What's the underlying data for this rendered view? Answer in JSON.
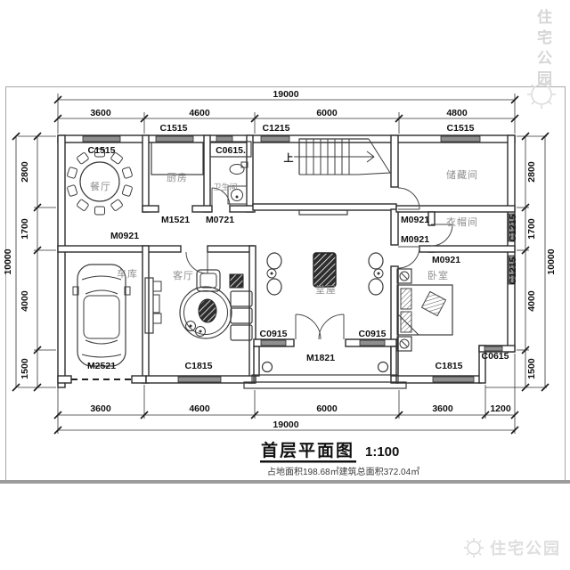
{
  "meta": {
    "title": "首层平面图",
    "scale": "1:100",
    "area_note": "占地面积198.68㎡建筑总面积372.04㎡",
    "watermark": "住宅公园",
    "up": "上"
  },
  "rooms": {
    "dining": "餐厅",
    "kitchen": "厨房",
    "bath": "卫生间",
    "storage": "储藏间",
    "cloak": "衣帽间",
    "garage": "车库",
    "living": "客厅",
    "hall": "堂屋",
    "bedroom": "卧室"
  },
  "openings": {
    "top_c1515_kitchen": "C1515",
    "top_c1215": "C1215",
    "top_c1515_storage": "C1515",
    "dining_c1515": "C1515",
    "bath_c0615": "C0615.",
    "kitchen_m1521": "M1521",
    "bath_m0721": "M0721",
    "living_m0921": "M0921",
    "storage_m0921": "M0921",
    "bedroom_m0921": "M0921",
    "cloak_m0921": "M0921",
    "garage_m2521": "M2521",
    "living_c1815": "C1815",
    "hall_c0915_l": "C0915",
    "hall_m1821": "M1821",
    "hall_c0915_r": "C0915",
    "bedroom_c1815": "C1815",
    "notch_c0615": "C0615",
    "right_c1215_a": "C1215",
    "right_c1215_b": "C1215"
  },
  "dims": {
    "top": {
      "total": "19000",
      "segs": [
        "3600",
        "4600",
        "6000",
        "4800"
      ]
    },
    "bottom": {
      "total": "19000",
      "segs": [
        "3600",
        "4600",
        "6000",
        "3600",
        "1200"
      ]
    },
    "left": {
      "total": "10000",
      "segs": [
        "2800",
        "1700",
        "4000",
        "1500"
      ]
    },
    "right": {
      "total": "10000",
      "segs": [
        "2800",
        "1700",
        "4000",
        "1500"
      ]
    }
  },
  "colors": {
    "line": "#2b2b2b",
    "window_fill": "#8f8f8f",
    "room_text": "#8f8f8f",
    "watermark": "#d8d8d8"
  }
}
